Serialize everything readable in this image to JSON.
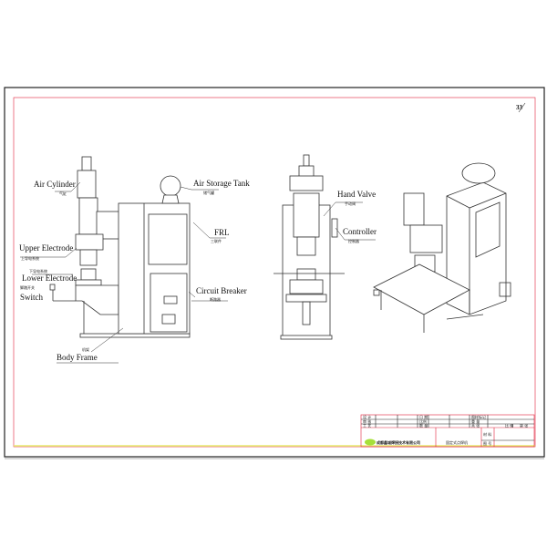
{
  "sheet": {
    "corner_mark": "33"
  },
  "colors": {
    "border": "#222222",
    "title_block_red": "#e0203a",
    "inner_yellow": "#e6ee70",
    "logo_green": "#a6e03a"
  },
  "side_view_labels": {
    "air_cylinder": {
      "en": "Air Cylinder",
      "cn": "气缸"
    },
    "air_storage_tank": {
      "en": "Air Storage Tank",
      "cn": "储气罐"
    },
    "frl": {
      "en": "FRL",
      "cn": "三联件"
    },
    "upper_electrode": {
      "en": "Upper Electrode",
      "cn": "上导电系统"
    },
    "lower_electrode": {
      "en": "Lower Electrode",
      "cn": "下导电系统"
    },
    "switch": {
      "en": "Switch",
      "cn": "脚踏开关"
    },
    "circuit_breaker": {
      "en": "Circuit Breaker",
      "cn": "断路器"
    },
    "body_frame": {
      "en": "Body Frame",
      "cn": "机架"
    }
  },
  "front_view_labels": {
    "hand_valve": {
      "en": "Hand Valve",
      "cn": "手动阀"
    },
    "controller": {
      "en": "Controller",
      "cn": "控制器"
    }
  },
  "title_block": {
    "row_labels": [
      "设 计",
      "审 核",
      "工 艺"
    ],
    "mid_labels": [
      "日 期",
      "比例",
      "数 量"
    ],
    "right_labels": [
      "图样标记",
      "重 量",
      "共 张"
    ],
    "far_right": [
      "比 例",
      "第 张"
    ],
    "company": "成都鑫城焊接技术有限公司",
    "drawing_title": "固定式点焊机",
    "material_label": "材 料",
    "drawing_no_label": "图 号"
  }
}
